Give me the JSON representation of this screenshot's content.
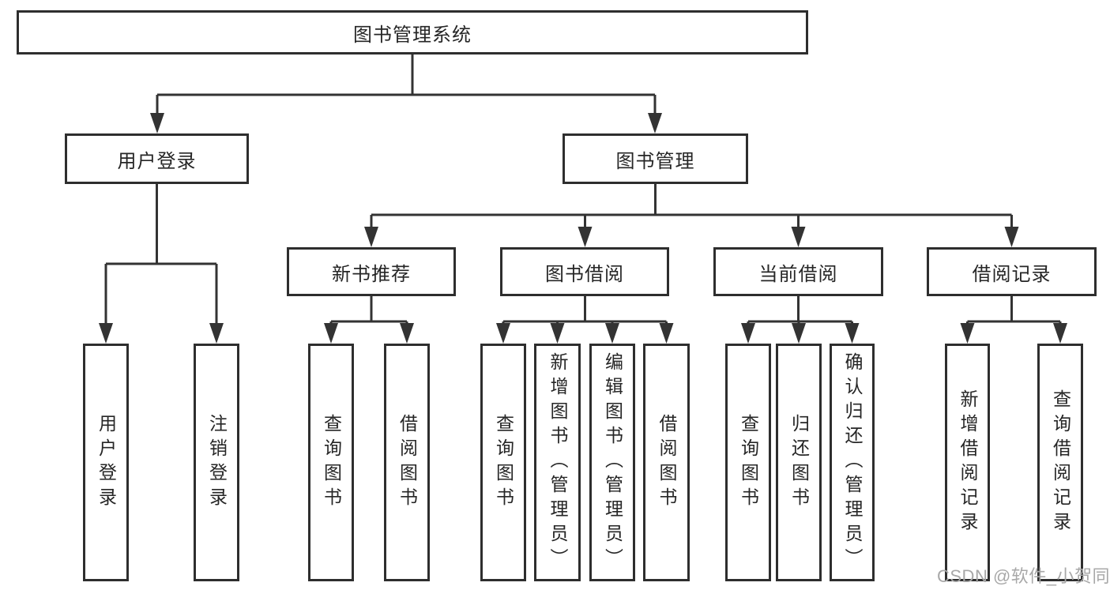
{
  "tree": {
    "root": {
      "label": "图书管理系统",
      "children": [
        {
          "label": "用户登录",
          "children": [
            {
              "label": "用户登录"
            },
            {
              "label": "注销登录"
            }
          ]
        },
        {
          "label": "图书管理",
          "children": [
            {
              "label": "新书推荐",
              "children": [
                {
                  "label": "查询图书"
                },
                {
                  "label": "借阅图书"
                }
              ]
            },
            {
              "label": "图书借阅",
              "children": [
                {
                  "label": "查询图书"
                },
                {
                  "label": "新增图书（管理员）"
                },
                {
                  "label": "编辑图书（管理员）"
                },
                {
                  "label": "借阅图书"
                }
              ]
            },
            {
              "label": "当前借阅",
              "children": [
                {
                  "label": "查询图书"
                },
                {
                  "label": "归还图书"
                },
                {
                  "label": "确认归还（管理员）"
                }
              ]
            },
            {
              "label": "借阅记录",
              "children": [
                {
                  "label": "新增借阅记录"
                },
                {
                  "label": "查询借阅记录"
                }
              ]
            }
          ]
        }
      ]
    }
  },
  "watermark": {
    "text": "CSDN @软件_小贺同学"
  },
  "colors": {
    "line": "#333333",
    "box_border": "#2e2e2e",
    "box_fill": "#ffffff",
    "text": "#262626",
    "watermark": "#a8a8a8"
  }
}
